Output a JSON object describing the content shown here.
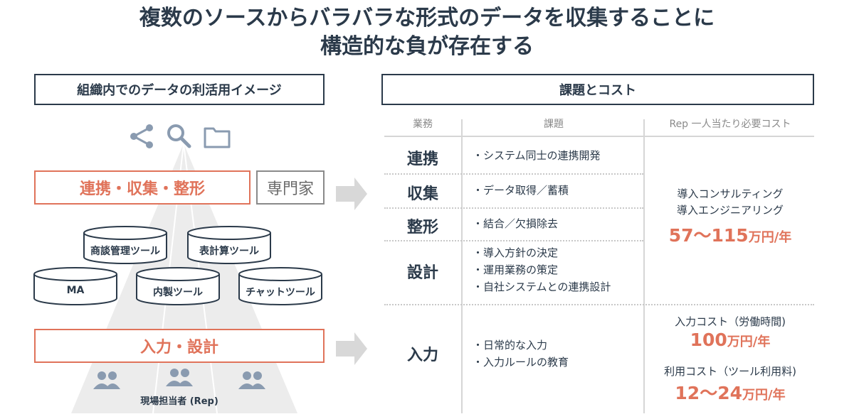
{
  "title": {
    "line1": "複数のソースからバラバラな形式のデータを収集することに",
    "line2": "構造的な負が存在する"
  },
  "left": {
    "header": "組織内でのデータの利活用イメージ",
    "icons": [
      "share-icon",
      "search-icon",
      "folder-icon"
    ],
    "collect_box": "連携・収集・整形",
    "expert_box": "専門家",
    "tools": [
      "商談管理ツール",
      "表計算ツール",
      "MA",
      "内製ツール",
      "チャットツール"
    ],
    "input_box": "入力・設計",
    "people_label": "現場担当者 (Rep)"
  },
  "right": {
    "header": "課題とコスト",
    "columns": [
      "業務",
      "課題",
      "Rep 一人当たり必要コスト"
    ],
    "rows": [
      {
        "task": "連携",
        "issues": [
          "・システム同士の連携開発"
        ]
      },
      {
        "task": "収集",
        "issues": [
          "・データ取得／蓄積"
        ]
      },
      {
        "task": "整形",
        "issues": [
          "・結合／欠損除去"
        ]
      },
      {
        "task": "設計",
        "issues": [
          "・導入方針の決定",
          "・運用業務の策定",
          "・自社システムとの連携設計"
        ]
      },
      {
        "task": "入力",
        "issues": [
          "・日常的な入力",
          "・入力ルールの教育"
        ]
      }
    ],
    "cost_top": {
      "label1": "導入コンサルティング",
      "label2": "導入エンジニアリング",
      "value": "57〜115",
      "unit": "万円/年"
    },
    "cost_input": {
      "label": "入力コスト（労働時間)",
      "value": "100",
      "unit": "万円/年"
    },
    "cost_usage": {
      "label": "利用コスト（ツール利用料)",
      "value": "12〜24",
      "unit": "万円/年"
    }
  },
  "colors": {
    "accent": "#e0735a",
    "navy": "#2b3a4a",
    "gray": "#8a8a8a",
    "light": "#ececec"
  }
}
